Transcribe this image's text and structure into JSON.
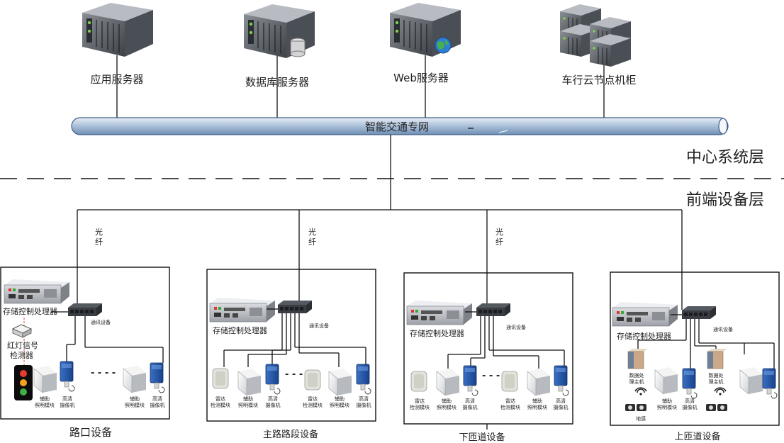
{
  "servers": {
    "app": "应用服务器",
    "db": "数据库服务器",
    "web": "Web服务器",
    "cloud": "车行云节点机柜"
  },
  "network": {
    "label": "智能交通专网"
  },
  "layers": {
    "center": "中心系统层",
    "front": "前端设备层"
  },
  "fiber": "光\n纤",
  "common": {
    "storage": "存储控制处理器",
    "comm": "通讯设备",
    "aux_light": [
      "辅助",
      "照明模块"
    ],
    "hd_camera": [
      "高清",
      "摄像机"
    ],
    "radar": [
      "雷达",
      "检测模块"
    ],
    "data_proc": [
      "数据处",
      "理主机"
    ],
    "coil": "地感"
  },
  "sections": {
    "intersection": {
      "title": "路口设备",
      "signal": [
        "红灯信号",
        "检测器"
      ]
    },
    "main_road": {
      "title": "主路路段设备"
    },
    "off_ramp": {
      "title": "下匝道设备"
    },
    "on_ramp": {
      "title": "上匝道设备"
    }
  }
}
